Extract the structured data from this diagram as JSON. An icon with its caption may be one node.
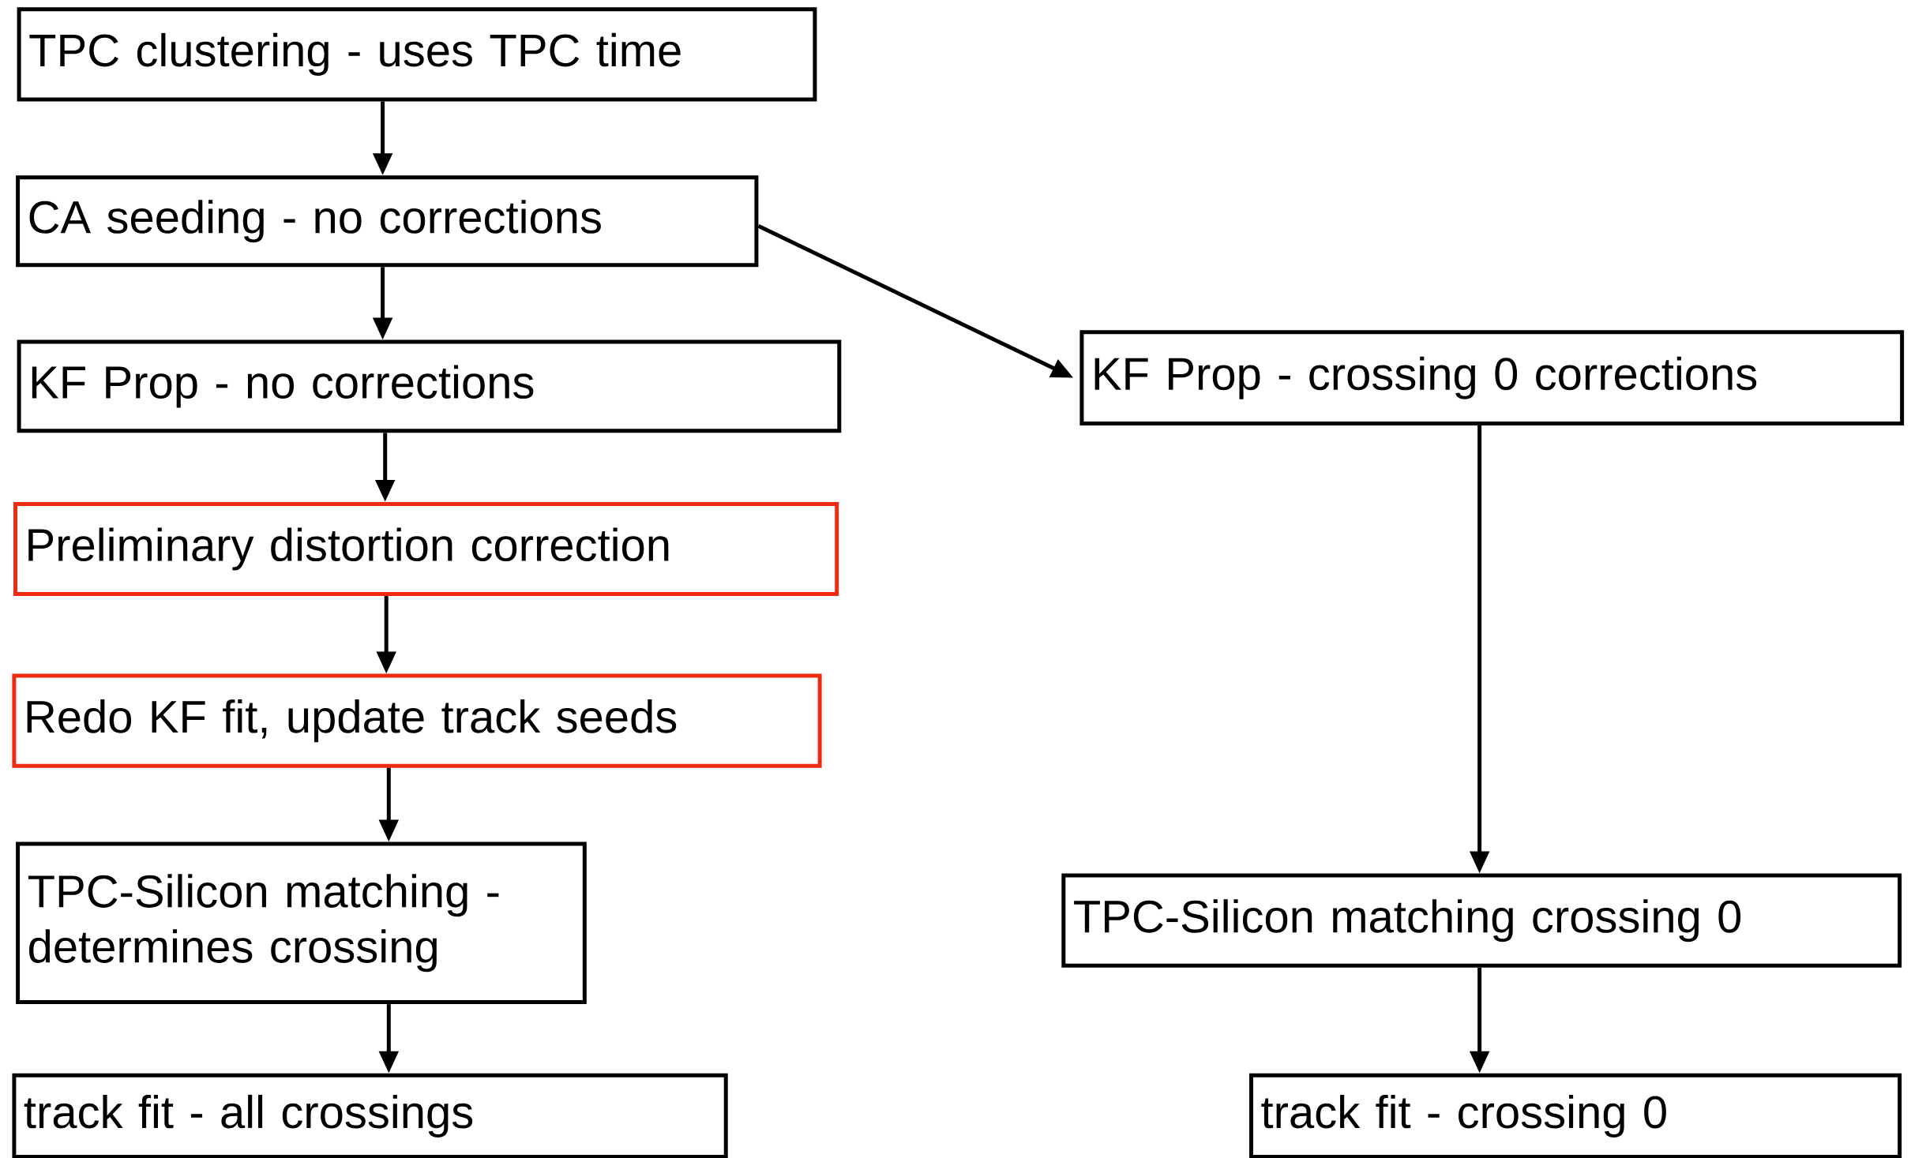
{
  "diagram": {
    "nodes": [
      {
        "text": [
          "TPC clustering - uses TPC time"
        ]
      },
      {
        "text": [
          "CA seeding - no corrections"
        ]
      },
      {
        "text": [
          "KF Prop - no corrections"
        ]
      },
      {
        "text": [
          "Preliminary distortion correction"
        ]
      },
      {
        "text": [
          "Redo KF fit, update track seeds"
        ]
      },
      {
        "text": [
          "TPC-Silicon matching - determines crossing"
        ]
      },
      {
        "text": [
          "track fit - all crossings"
        ]
      },
      {
        "text": [
          "KF Prop - crossing 0 corrections"
        ]
      },
      {
        "text": [
          "TPC-Silicon matching crossing 0"
        ]
      },
      {
        "text": [
          "track fit - crossing 0"
        ]
      }
    ],
    "edges": [
      {
        "from": 0,
        "to": 1,
        "arrow": "to"
      },
      {
        "from": 1,
        "to": 2,
        "arrow": "to"
      },
      {
        "from": 2,
        "to": 3,
        "arrow": "to"
      },
      {
        "from": 3,
        "to": 4,
        "arrow": "to"
      },
      {
        "from": 4,
        "to": 5,
        "arrow": "to"
      },
      {
        "from": 5,
        "to": 6,
        "arrow": "to"
      },
      {
        "from": 1,
        "to": 7,
        "arrow": "to"
      },
      {
        "from": 7,
        "to": 8,
        "arrow": "to"
      },
      {
        "from": 8,
        "to": 9,
        "arrow": "to"
      }
    ]
  }
}
